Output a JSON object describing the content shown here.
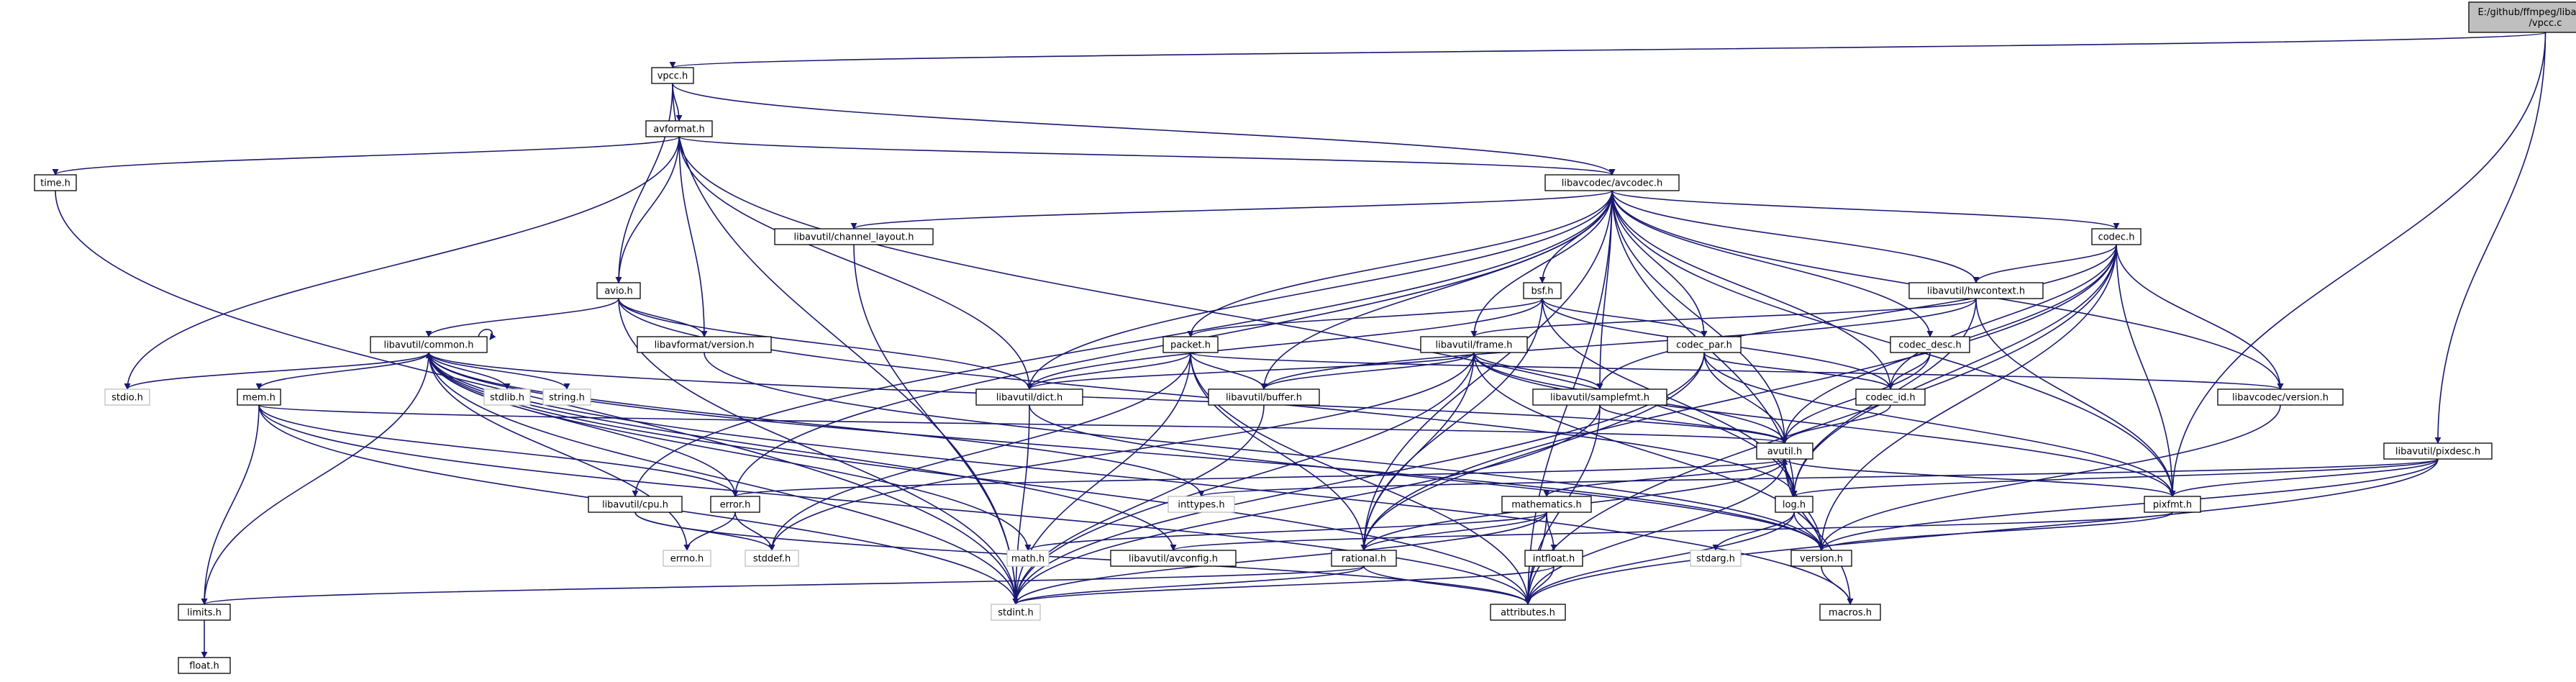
{
  "colors": {
    "edge": "#191970",
    "box_border": "#000000",
    "box_fill": "#ffffff",
    "external_border": "#bfbfbf",
    "external_text": "#7f7f7f",
    "root_fill": "#bfbfbf",
    "background": "#ffffff"
  },
  "nodes": [
    {
      "id": "root",
      "label": "E:/github/ffmpeg/libavformat\n/vpcc.c",
      "kind": "root"
    },
    {
      "id": "vpcc_h",
      "label": "vpcc.h",
      "kind": "file"
    },
    {
      "id": "avformat_h",
      "label": "avformat.h",
      "kind": "file"
    },
    {
      "id": "time_h",
      "label": "time.h",
      "kind": "file"
    },
    {
      "id": "avcodec_h",
      "label": "libavcodec/avcodec.h",
      "kind": "file"
    },
    {
      "id": "channel_layout_h",
      "label": "libavutil/channel_layout.h",
      "kind": "file"
    },
    {
      "id": "codec_h",
      "label": "codec.h",
      "kind": "file"
    },
    {
      "id": "avio_h",
      "label": "avio.h",
      "kind": "file"
    },
    {
      "id": "bsf_h",
      "label": "bsf.h",
      "kind": "file"
    },
    {
      "id": "hwcontext_h",
      "label": "libavutil/hwcontext.h",
      "kind": "file"
    },
    {
      "id": "common_h",
      "label": "libavutil/common.h",
      "kind": "file"
    },
    {
      "id": "lavf_version_h",
      "label": "libavformat/version.h",
      "kind": "file"
    },
    {
      "id": "packet_h",
      "label": "packet.h",
      "kind": "file"
    },
    {
      "id": "frame_h",
      "label": "libavutil/frame.h",
      "kind": "file"
    },
    {
      "id": "codec_par_h",
      "label": "codec_par.h",
      "kind": "file"
    },
    {
      "id": "codec_desc_h",
      "label": "codec_desc.h",
      "kind": "file"
    },
    {
      "id": "stdio_h",
      "label": "stdio.h",
      "kind": "external"
    },
    {
      "id": "stdlib_h",
      "label": "stdlib.h",
      "kind": "external"
    },
    {
      "id": "string_h",
      "label": "string.h",
      "kind": "external"
    },
    {
      "id": "mem_h",
      "label": "mem.h",
      "kind": "file"
    },
    {
      "id": "dict_h",
      "label": "libavutil/dict.h",
      "kind": "file"
    },
    {
      "id": "buffer_h",
      "label": "libavutil/buffer.h",
      "kind": "file"
    },
    {
      "id": "samplefmt_h",
      "label": "libavutil/samplefmt.h",
      "kind": "file"
    },
    {
      "id": "codec_id_h",
      "label": "codec_id.h",
      "kind": "file"
    },
    {
      "id": "lavc_version_h",
      "label": "libavcodec/version.h",
      "kind": "file"
    },
    {
      "id": "avutil_h",
      "label": "avutil.h",
      "kind": "file"
    },
    {
      "id": "pixdesc_h",
      "label": "libavutil/pixdesc.h",
      "kind": "file"
    },
    {
      "id": "inttypes_h",
      "label": "inttypes.h",
      "kind": "external"
    },
    {
      "id": "pixfmt_h",
      "label": "pixfmt.h",
      "kind": "file"
    },
    {
      "id": "cpu_h",
      "label": "libavutil/cpu.h",
      "kind": "file"
    },
    {
      "id": "error_h",
      "label": "error.h",
      "kind": "file"
    },
    {
      "id": "mathematics_h",
      "label": "mathematics.h",
      "kind": "file"
    },
    {
      "id": "log_h",
      "label": "log.h",
      "kind": "file"
    },
    {
      "id": "errno_h",
      "label": "errno.h",
      "kind": "external"
    },
    {
      "id": "stddef_h",
      "label": "stddef.h",
      "kind": "external"
    },
    {
      "id": "math_h",
      "label": "math.h",
      "kind": "external"
    },
    {
      "id": "avconfig_h",
      "label": "libavutil/avconfig.h",
      "kind": "file"
    },
    {
      "id": "rational_h",
      "label": "rational.h",
      "kind": "file"
    },
    {
      "id": "intfloat_h",
      "label": "intfloat.h",
      "kind": "file"
    },
    {
      "id": "stdarg_h",
      "label": "stdarg.h",
      "kind": "external"
    },
    {
      "id": "version_h",
      "label": "version.h",
      "kind": "file"
    },
    {
      "id": "limits_h",
      "label": "limits.h",
      "kind": "file"
    },
    {
      "id": "stdint_h",
      "label": "stdint.h",
      "kind": "external"
    },
    {
      "id": "attributes_h",
      "label": "attributes.h",
      "kind": "file"
    },
    {
      "id": "macros_h",
      "label": "macros.h",
      "kind": "file"
    },
    {
      "id": "float_h",
      "label": "float.h",
      "kind": "file"
    }
  ],
  "edges": [
    [
      "root",
      "vpcc_h"
    ],
    [
      "root",
      "pixdesc_h"
    ],
    [
      "root",
      "pixfmt_h"
    ],
    [
      "vpcc_h",
      "avformat_h"
    ],
    [
      "vpcc_h",
      "avio_h"
    ],
    [
      "vpcc_h",
      "avcodec_h"
    ],
    [
      "vpcc_h",
      "stdint_h"
    ],
    [
      "avformat_h",
      "time_h"
    ],
    [
      "avformat_h",
      "stdio_h"
    ],
    [
      "avformat_h",
      "avcodec_h"
    ],
    [
      "avformat_h",
      "avio_h"
    ],
    [
      "avformat_h",
      "lavf_version_h"
    ],
    [
      "avformat_h",
      "dict_h"
    ],
    [
      "avformat_h",
      "log_h"
    ],
    [
      "time_h",
      "stdint_h"
    ],
    [
      "avcodec_h",
      "channel_layout_h"
    ],
    [
      "avcodec_h",
      "codec_h"
    ],
    [
      "avcodec_h",
      "bsf_h"
    ],
    [
      "avcodec_h",
      "hwcontext_h"
    ],
    [
      "avcodec_h",
      "packet_h"
    ],
    [
      "avcodec_h",
      "frame_h"
    ],
    [
      "avcodec_h",
      "codec_par_h"
    ],
    [
      "avcodec_h",
      "codec_desc_h"
    ],
    [
      "avcodec_h",
      "dict_h"
    ],
    [
      "avcodec_h",
      "buffer_h"
    ],
    [
      "avcodec_h",
      "samplefmt_h"
    ],
    [
      "avcodec_h",
      "codec_id_h"
    ],
    [
      "avcodec_h",
      "lavc_version_h"
    ],
    [
      "avcodec_h",
      "avutil_h"
    ],
    [
      "avcodec_h",
      "pixfmt_h"
    ],
    [
      "avcodec_h",
      "cpu_h"
    ],
    [
      "avcodec_h",
      "error_h"
    ],
    [
      "avcodec_h",
      "rational_h"
    ],
    [
      "avcodec_h",
      "attributes_h"
    ],
    [
      "avcodec_h",
      "log_h"
    ],
    [
      "channel_layout_h",
      "stdint_h"
    ],
    [
      "codec_h",
      "hwcontext_h"
    ],
    [
      "codec_h",
      "avutil_h"
    ],
    [
      "codec_h",
      "codec_id_h"
    ],
    [
      "codec_h",
      "lavc_version_h"
    ],
    [
      "codec_h",
      "log_h"
    ],
    [
      "codec_h",
      "pixfmt_h"
    ],
    [
      "codec_h",
      "rational_h"
    ],
    [
      "codec_h",
      "samplefmt_h"
    ],
    [
      "codec_h",
      "attributes_h"
    ],
    [
      "codec_h",
      "version_h"
    ],
    [
      "avio_h",
      "common_h"
    ],
    [
      "avio_h",
      "lavf_version_h"
    ],
    [
      "avio_h",
      "dict_h"
    ],
    [
      "avio_h",
      "log_h"
    ],
    [
      "avio_h",
      "stdint_h"
    ],
    [
      "bsf_h",
      "packet_h"
    ],
    [
      "bsf_h",
      "dict_h"
    ],
    [
      "bsf_h",
      "codec_par_h"
    ],
    [
      "bsf_h",
      "codec_id_h"
    ],
    [
      "bsf_h",
      "log_h"
    ],
    [
      "bsf_h",
      "rational_h"
    ],
    [
      "hwcontext_h",
      "buffer_h"
    ],
    [
      "hwcontext_h",
      "frame_h"
    ],
    [
      "hwcontext_h",
      "log_h"
    ],
    [
      "hwcontext_h",
      "pixfmt_h"
    ],
    [
      "common_h",
      "common_h"
    ],
    [
      "common_h",
      "stdio_h"
    ],
    [
      "common_h",
      "stdlib_h"
    ],
    [
      "common_h",
      "string_h"
    ],
    [
      "common_h",
      "mem_h"
    ],
    [
      "common_h",
      "error_h"
    ],
    [
      "common_h",
      "inttypes_h"
    ],
    [
      "common_h",
      "limits_h"
    ],
    [
      "common_h",
      "math_h"
    ],
    [
      "common_h",
      "errno_h"
    ],
    [
      "common_h",
      "stdint_h"
    ],
    [
      "common_h",
      "attributes_h"
    ],
    [
      "common_h",
      "macros_h"
    ],
    [
      "common_h",
      "version_h"
    ],
    [
      "common_h",
      "avconfig_h"
    ],
    [
      "lavf_version_h",
      "version_h"
    ],
    [
      "packet_h",
      "buffer_h"
    ],
    [
      "packet_h",
      "dict_h"
    ],
    [
      "packet_h",
      "lavc_version_h"
    ],
    [
      "packet_h",
      "rational_h"
    ],
    [
      "packet_h",
      "stddef_h"
    ],
    [
      "packet_h",
      "stdint_h"
    ],
    [
      "packet_h",
      "attributes_h"
    ],
    [
      "frame_h",
      "buffer_h"
    ],
    [
      "frame_h",
      "dict_h"
    ],
    [
      "frame_h",
      "samplefmt_h"
    ],
    [
      "frame_h",
      "avutil_h"
    ],
    [
      "frame_h",
      "pixfmt_h"
    ],
    [
      "frame_h",
      "rational_h"
    ],
    [
      "frame_h",
      "stddef_h"
    ],
    [
      "frame_h",
      "stdint_h"
    ],
    [
      "frame_h",
      "version_h"
    ],
    [
      "codec_par_h",
      "codec_id_h"
    ],
    [
      "codec_par_h",
      "avutil_h"
    ],
    [
      "codec_par_h",
      "pixfmt_h"
    ],
    [
      "codec_par_h",
      "rational_h"
    ],
    [
      "codec_par_h",
      "stdint_h"
    ],
    [
      "codec_desc_h",
      "codec_id_h"
    ],
    [
      "codec_desc_h",
      "avutil_h"
    ],
    [
      "mem_h",
      "error_h"
    ],
    [
      "mem_h",
      "avutil_h"
    ],
    [
      "mem_h",
      "limits_h"
    ],
    [
      "mem_h",
      "stdint_h"
    ],
    [
      "mem_h",
      "attributes_h"
    ],
    [
      "dict_h",
      "stdint_h"
    ],
    [
      "dict_h",
      "version_h"
    ],
    [
      "buffer_h",
      "stdint_h"
    ],
    [
      "samplefmt_h",
      "avutil_h"
    ],
    [
      "samplefmt_h",
      "stdint_h"
    ],
    [
      "samplefmt_h",
      "attributes_h"
    ],
    [
      "codec_id_h",
      "avutil_h"
    ],
    [
      "lavc_version_h",
      "version_h"
    ],
    [
      "avutil_h",
      "common_h"
    ],
    [
      "avutil_h",
      "error_h"
    ],
    [
      "avutil_h",
      "log_h"
    ],
    [
      "avutil_h",
      "mathematics_h"
    ],
    [
      "avutil_h",
      "rational_h"
    ],
    [
      "avutil_h",
      "pixfmt_h"
    ],
    [
      "avutil_h",
      "version_h"
    ],
    [
      "avutil_h",
      "macros_h"
    ],
    [
      "avutil_h",
      "attributes_h"
    ],
    [
      "pixdesc_h",
      "inttypes_h"
    ],
    [
      "pixdesc_h",
      "pixfmt_h"
    ],
    [
      "pixdesc_h",
      "log_h"
    ],
    [
      "pixdesc_h",
      "version_h"
    ],
    [
      "pixdesc_h",
      "attributes_h"
    ],
    [
      "pixfmt_h",
      "version_h"
    ],
    [
      "pixfmt_h",
      "avconfig_h"
    ],
    [
      "cpu_h",
      "stddef_h"
    ],
    [
      "cpu_h",
      "attributes_h"
    ],
    [
      "error_h",
      "errno_h"
    ],
    [
      "error_h",
      "stddef_h"
    ],
    [
      "mathematics_h",
      "math_h"
    ],
    [
      "mathematics_h",
      "stdint_h"
    ],
    [
      "mathematics_h",
      "intfloat_h"
    ],
    [
      "mathematics_h",
      "rational_h"
    ],
    [
      "mathematics_h",
      "attributes_h"
    ],
    [
      "log_h",
      "avutil_h"
    ],
    [
      "log_h",
      "stdarg_h"
    ],
    [
      "log_h",
      "version_h"
    ],
    [
      "log_h",
      "attributes_h"
    ],
    [
      "rational_h",
      "stdint_h"
    ],
    [
      "rational_h",
      "limits_h"
    ],
    [
      "rational_h",
      "attributes_h"
    ],
    [
      "intfloat_h",
      "stdint_h"
    ],
    [
      "intfloat_h",
      "attributes_h"
    ],
    [
      "version_h",
      "macros_h"
    ],
    [
      "limits_h",
      "float_h"
    ]
  ]
}
